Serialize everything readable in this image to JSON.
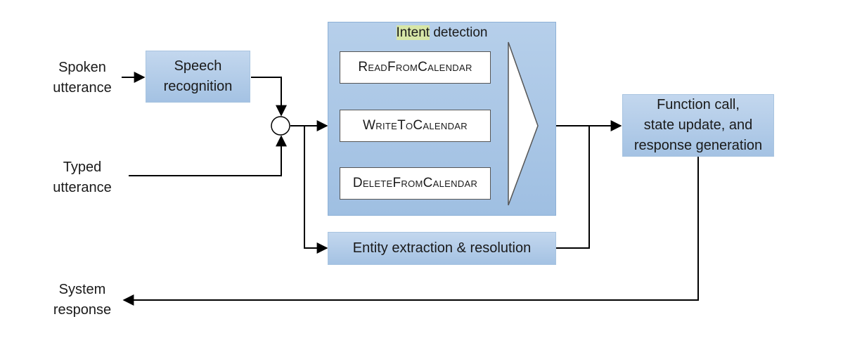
{
  "inputs": {
    "spoken": [
      "Spoken",
      "utterance"
    ],
    "typed": [
      "Typed",
      "utterance"
    ]
  },
  "speech_recognition": [
    "Speech",
    "recognition"
  ],
  "intent_detection": {
    "title_highlight": "Intent",
    "title_rest": " detection",
    "intents": [
      "ReadFromCalendar",
      "WriteToCalendar",
      "DeleteFromCalendar"
    ]
  },
  "entity_extraction": "Entity extraction & resolution",
  "function_call": [
    "Function call,",
    "state update, and",
    "response generation"
  ],
  "output": [
    "System",
    "response"
  ],
  "colors": {
    "box_fill": "#a4c2e3",
    "box_border": "#a8c4e0",
    "highlight": "#d7e6a7",
    "line": "#000000"
  }
}
